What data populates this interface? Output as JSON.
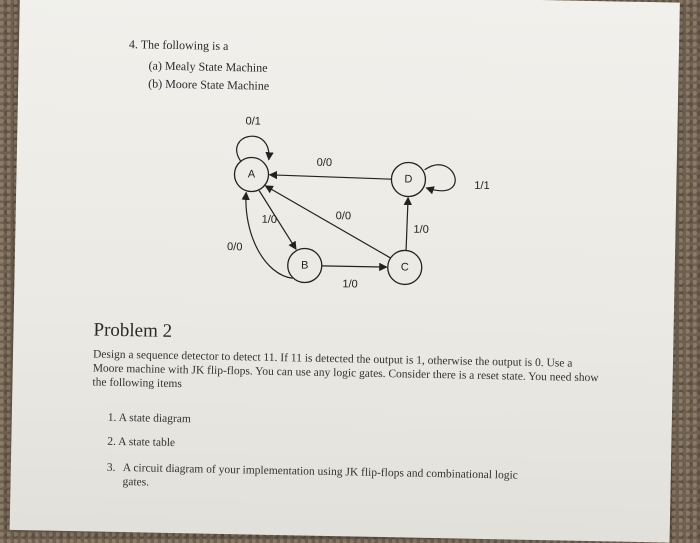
{
  "question": {
    "number": "4.",
    "text": "The following is a",
    "options": [
      "(a) Mealy State Machine",
      "(b) Moore State Machine"
    ]
  },
  "diagram": {
    "states": [
      "A",
      "B",
      "C",
      "D"
    ],
    "transitions": [
      {
        "from": "A",
        "to": "A",
        "label": "0/1"
      },
      {
        "from": "D",
        "to": "A",
        "label": "0/0"
      },
      {
        "from": "D",
        "to": "D",
        "label": "1/1"
      },
      {
        "from": "A",
        "to": "B",
        "label": "1/0"
      },
      {
        "from": "B",
        "to": "A",
        "label": "0/0"
      },
      {
        "from": "C",
        "to": "A",
        "label": "0/0"
      },
      {
        "from": "C",
        "to": "D",
        "label": "1/0"
      },
      {
        "from": "B",
        "to": "C",
        "label": "1/0"
      }
    ]
  },
  "problem": {
    "title": "Problem 2",
    "paragraph": "Design a sequence detector to detect 11. If 11 is detected the output is 1, otherwise the output is 0. Use a Moore machine with JK flip-flops. You can use any logic gates. Consider there is a reset state. You need show the following items",
    "items": [
      {
        "num": "1.",
        "text": "A state diagram"
      },
      {
        "num": "2.",
        "text": "A state table"
      },
      {
        "num": "3.",
        "text": "A circuit diagram of your implementation using JK flip-flops and combinational logic",
        "text2": "gates."
      }
    ]
  }
}
